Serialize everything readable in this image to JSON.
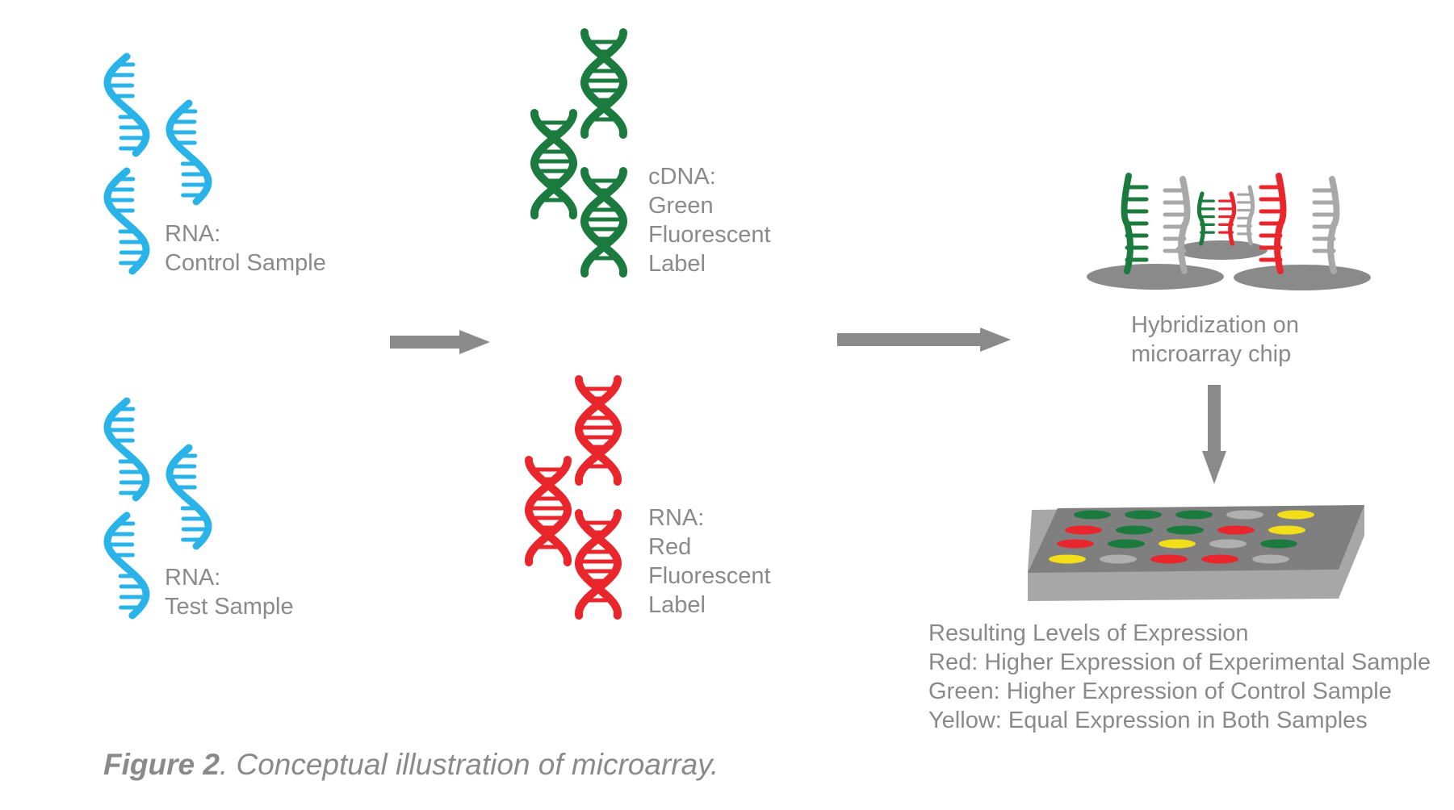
{
  "colors": {
    "rna": "#29b3e8",
    "green_label": "#1b7a3e",
    "red_label": "#e8262c",
    "gray": "#8a8a8a",
    "probe_gray": "#a8a8a8",
    "yellow": "#f2df1a",
    "chip_top": "#7f7f7f",
    "chip_side": "#a7a7a7"
  },
  "labels": {
    "control": [
      "RNA:",
      "Control Sample"
    ],
    "test": [
      "RNA:",
      "Test Sample"
    ],
    "cdna": [
      "cDNA:",
      "Green",
      "Fluorescent",
      "Label"
    ],
    "rna_red": [
      "RNA:",
      "Red",
      "Fluorescent",
      "Label"
    ],
    "hybridization": [
      "Hybridization on",
      "microarray chip"
    ],
    "results": [
      "Resulting Levels of Expression",
      "Red: Higher Expression of Experimental Sample",
      "Green: Higher Expression of Control Sample",
      "Yellow: Equal Expression in Both Samples"
    ]
  },
  "caption": {
    "figure": "Figure 2",
    "text": ". Conceptual illustration of microarray."
  },
  "microarray_spots": [
    [
      "green",
      "green",
      "green",
      "gray",
      "yellow"
    ],
    [
      "red",
      "green",
      "green",
      "red",
      "yellow"
    ],
    [
      "red",
      "green",
      "yellow",
      "gray",
      "green"
    ],
    [
      "yellow",
      "gray",
      "red",
      "red",
      "gray"
    ]
  ]
}
